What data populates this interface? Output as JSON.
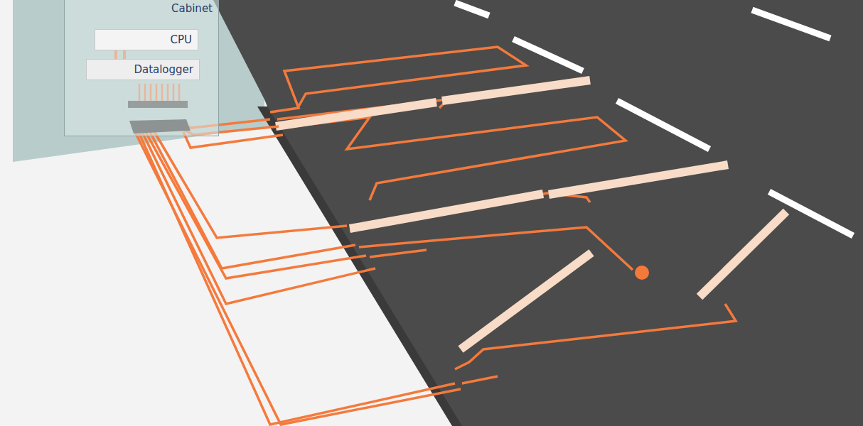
{
  "diagram": {
    "nodes": [
      {
        "text": [
          "Cabinet"
        ]
      },
      {
        "text": [
          "CPU"
        ],
        "in": 0
      },
      {
        "text": [
          "Datalogger"
        ],
        "in": 0
      }
    ],
    "edges": [
      {
        "from": 1,
        "to": 2,
        "arrow": "none"
      }
    ]
  }
}
